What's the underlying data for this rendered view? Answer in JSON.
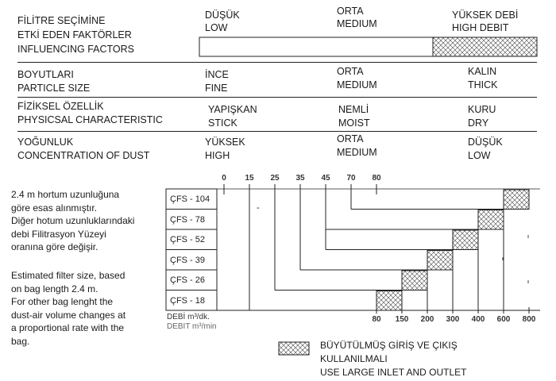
{
  "factors": {
    "title_tr": "FİLİTRE SEÇİMİNE",
    "title_tr2": "ETKİ EDEN FAKTÖRLER",
    "title_en": "INFLUENCING FACTORS",
    "low_tr": "DÜŞÜK",
    "low_en": "LOW",
    "med_tr": "ORTA",
    "med_en": "MEDIUM",
    "high_tr": "YÜKSEK DEBİ",
    "high_en": "HIGH DEBIT"
  },
  "rows": [
    {
      "label_tr": "BOYUTLARI",
      "label_en": "PARTICLE SIZE",
      "c1_tr": "İNCE",
      "c1_en": "FINE",
      "c2_tr": "ORTA",
      "c2_en": "MEDIUM",
      "c3_tr": "KALIN",
      "c3_en": "THICK"
    },
    {
      "label_tr": "FİZİKSEL ÖZELLİK",
      "label_en": "PHYSICSAL CHARACTERISTIC",
      "c1_tr": "YAPIŞKAN",
      "c1_en": "STICK",
      "c2_tr": "NEMLİ",
      "c2_en": "MOIST",
      "c3_tr": "KURU",
      "c3_en": "DRY"
    },
    {
      "label_tr": "YOĞUNLUK",
      "label_en": "CONCENTRATION OF DUST",
      "c1_tr": "YÜKSEK",
      "c1_en": "HIGH",
      "c2_tr": "ORTA",
      "c2_en": "MEDIUM",
      "c3_tr": "DÜŞÜK",
      "c3_en": "LOW"
    }
  ],
  "notes": {
    "tr": [
      "2.4 m hortum uzunluğuna",
      "göre esas alınmıştır.",
      "Diğer hotum uzunluklarındaki",
      "debi Filitrasyon Yüzeyi",
      "oranına göre değişir."
    ],
    "en": [
      "Estimated filter size, based",
      "on bag length 2.4 m.",
      "For other bag lenght the",
      "dust-air volume changes at",
      "a proportional rate with the",
      "bag."
    ]
  },
  "chart": {
    "top_ticks": [
      "0",
      "15",
      "25",
      "35",
      "45",
      "70",
      "80"
    ],
    "bottom_ticks": [
      "80",
      "150",
      "200",
      "300",
      "400",
      "600",
      "800"
    ],
    "unit_tr": "DEBİ m³/dk.",
    "unit_en": "DEBIT m³/min",
    "dash_mark": "-"
  },
  "chart_data": {
    "type": "table",
    "models": [
      "ÇFS - 104",
      "ÇFS - 78",
      "ÇFS - 52",
      "ÇFS - 39",
      "ÇFS - 26",
      "ÇFS - 18"
    ],
    "standard_range_start_m3_min": [
      70,
      45,
      45,
      35,
      25,
      15
    ],
    "large_inlet_range_m3_min": [
      [
        600,
        800
      ],
      [
        400,
        600
      ],
      [
        300,
        400
      ],
      [
        200,
        300
      ],
      [
        150,
        200
      ],
      [
        80,
        150
      ]
    ]
  },
  "legend": {
    "tr1": "BÜYÜTÜLMÜŞ GİRİŞ VE ÇIKIŞ",
    "tr2": "KULLANILMALI",
    "en": "USE LARGE INLET AND OUTLET"
  }
}
